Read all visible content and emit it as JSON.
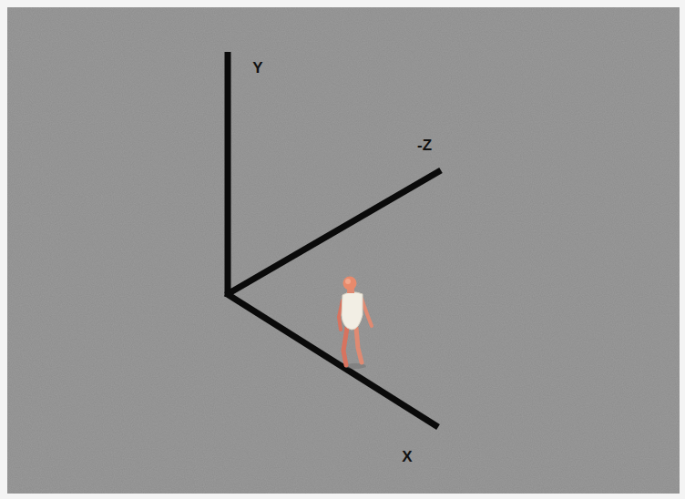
{
  "diagram": {
    "labels": [
      "Y",
      "-Z",
      "X"
    ]
  }
}
